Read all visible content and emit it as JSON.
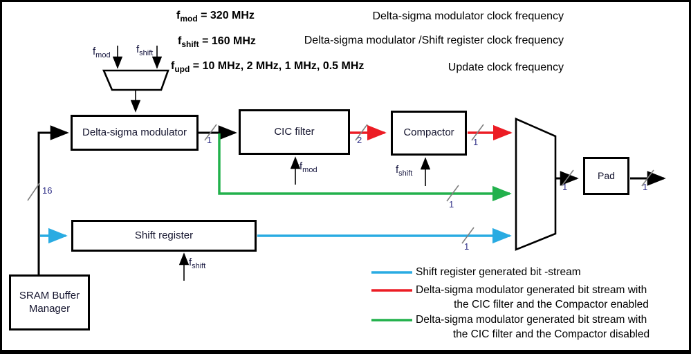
{
  "colors": {
    "stream_blue": "#29ABE2",
    "stream_red": "#EC1C24",
    "stream_green": "#22B14C"
  },
  "clock_notes": [
    {
      "sym": "f",
      "sub": "mod",
      "value": " = 320 MHz",
      "desc": "Delta-sigma modulator  clock frequency"
    },
    {
      "sym": "f",
      "sub": "shift",
      "value": " = 160 MHz",
      "desc": "Delta-sigma modulator /Shift register clock frequency"
    },
    {
      "sym": "f",
      "sub": "upd",
      "value": " = 10 MHz, 2 MHz, 1 MHz, 0.5 MHz",
      "desc": "Update clock frequency"
    }
  ],
  "blocks": {
    "delta_sigma_modulator": "Delta-sigma modulator",
    "cic_filter": "CIC filter",
    "compactor": "Compactor",
    "shift_register": "Shift register",
    "sram_buffer_manager_line1": "SRAM Buffer",
    "sram_buffer_manager_line2": "Manager",
    "pad": "Pad"
  },
  "clock_pins": {
    "mux_fmod": {
      "sym": "f",
      "sub": "mod"
    },
    "mux_fshift": {
      "sym": "f",
      "sub": "shift"
    },
    "cic_fmod": {
      "sym": "f",
      "sub": "mod"
    },
    "compactor_fshift": {
      "sym": "f",
      "sub": "shift"
    },
    "shift_register_fshift": {
      "sym": "f",
      "sub": "shift"
    }
  },
  "bus_widths": {
    "sram_out": "16",
    "dsm_out": "1",
    "cic_out": "2",
    "compactor_out": "1",
    "green_path": "1",
    "blue_path": "1",
    "mux_out": "1",
    "pad_out": "1"
  },
  "legend": {
    "blue": "Shift register generated bit -stream",
    "red_line1": "Delta-sigma modulator generated bit stream with",
    "red_line2": "the CIC filter and the Compactor enabled",
    "green_line1": "Delta-sigma modulator generated bit stream with",
    "green_line2": "the CIC filter and the Compactor disabled"
  }
}
